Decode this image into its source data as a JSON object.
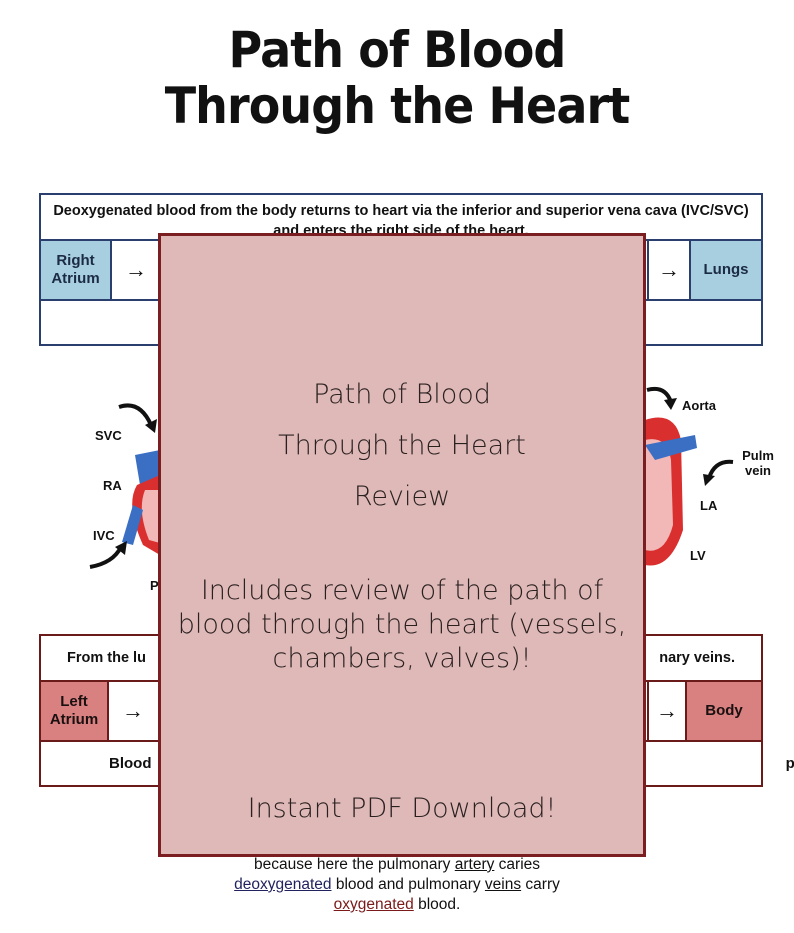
{
  "title": {
    "line1": "Path of Blood",
    "line2": "Through the Heart"
  },
  "top_table": {
    "header": "Deoxygenated blood from the body returns to heart via the inferior and superior vena cava (IVC/SVC) and enters the right side of the heart.",
    "first_cell": "Right Atrium",
    "last_cell": "Lungs",
    "arrow": "→"
  },
  "diagram_labels": {
    "svc": "SVC",
    "ra": "RA",
    "ivc": "IVC",
    "aorta": "Aorta",
    "pulm_vein": "Pulm vein",
    "la": "LA",
    "lv": "LV"
  },
  "bottom_table": {
    "header_left": "From the lu",
    "header_right": "nary veins.",
    "first_cell": "Left Atrium",
    "last_cell": "Body",
    "arrow": "→",
    "footer_left": "Blood",
    "footer_right": "peats."
  },
  "overlay": {
    "line1": "Path of Blood",
    "line2": "Through the Heart",
    "line3": "Review",
    "description": "Includes review of the path of blood through the heart (vessels, chambers, valves)!",
    "download": "Instant PDF Download!"
  },
  "note": {
    "l1_a": "because here the pulmonary ",
    "l1_b": "artery",
    "l1_c": " caries",
    "l2_a": "deoxygenated",
    "l2_b": " blood and pulmonary ",
    "l2_c": "veins",
    "l2_d": " carry",
    "l3_a": "oxygenated",
    "l3_b": " blood."
  },
  "colors": {
    "blue_cell": "#a8cfe0",
    "red_cell": "#d98080",
    "overlay_bg": "#deb9b8",
    "overlay_border": "#7a1e22"
  }
}
